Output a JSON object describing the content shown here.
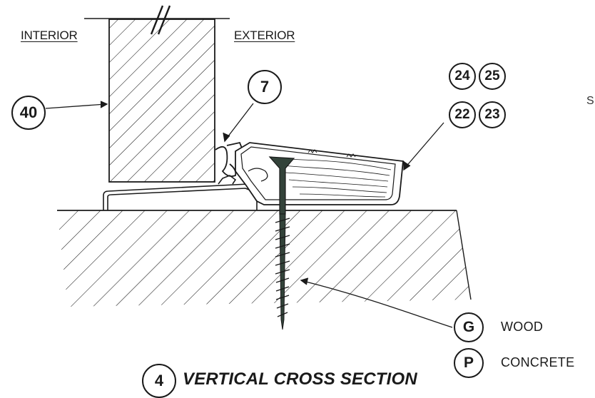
{
  "labels": {
    "interior": "INTERIOR",
    "exterior": "EXTERIOR",
    "edge_letter": "S"
  },
  "callouts": {
    "c40": "40",
    "c7": "7",
    "c24": "24",
    "c25": "25",
    "c22": "22",
    "c23": "23"
  },
  "legend": [
    {
      "key": "G",
      "text": "WOOD"
    },
    {
      "key": "P",
      "text": "CONCRETE"
    }
  ],
  "title": {
    "number": "4",
    "text": "VERTICAL CROSS SECTION"
  },
  "colors": {
    "line": "#1a1a1a",
    "screw": "#33433a",
    "paper": "#ffffff"
  }
}
